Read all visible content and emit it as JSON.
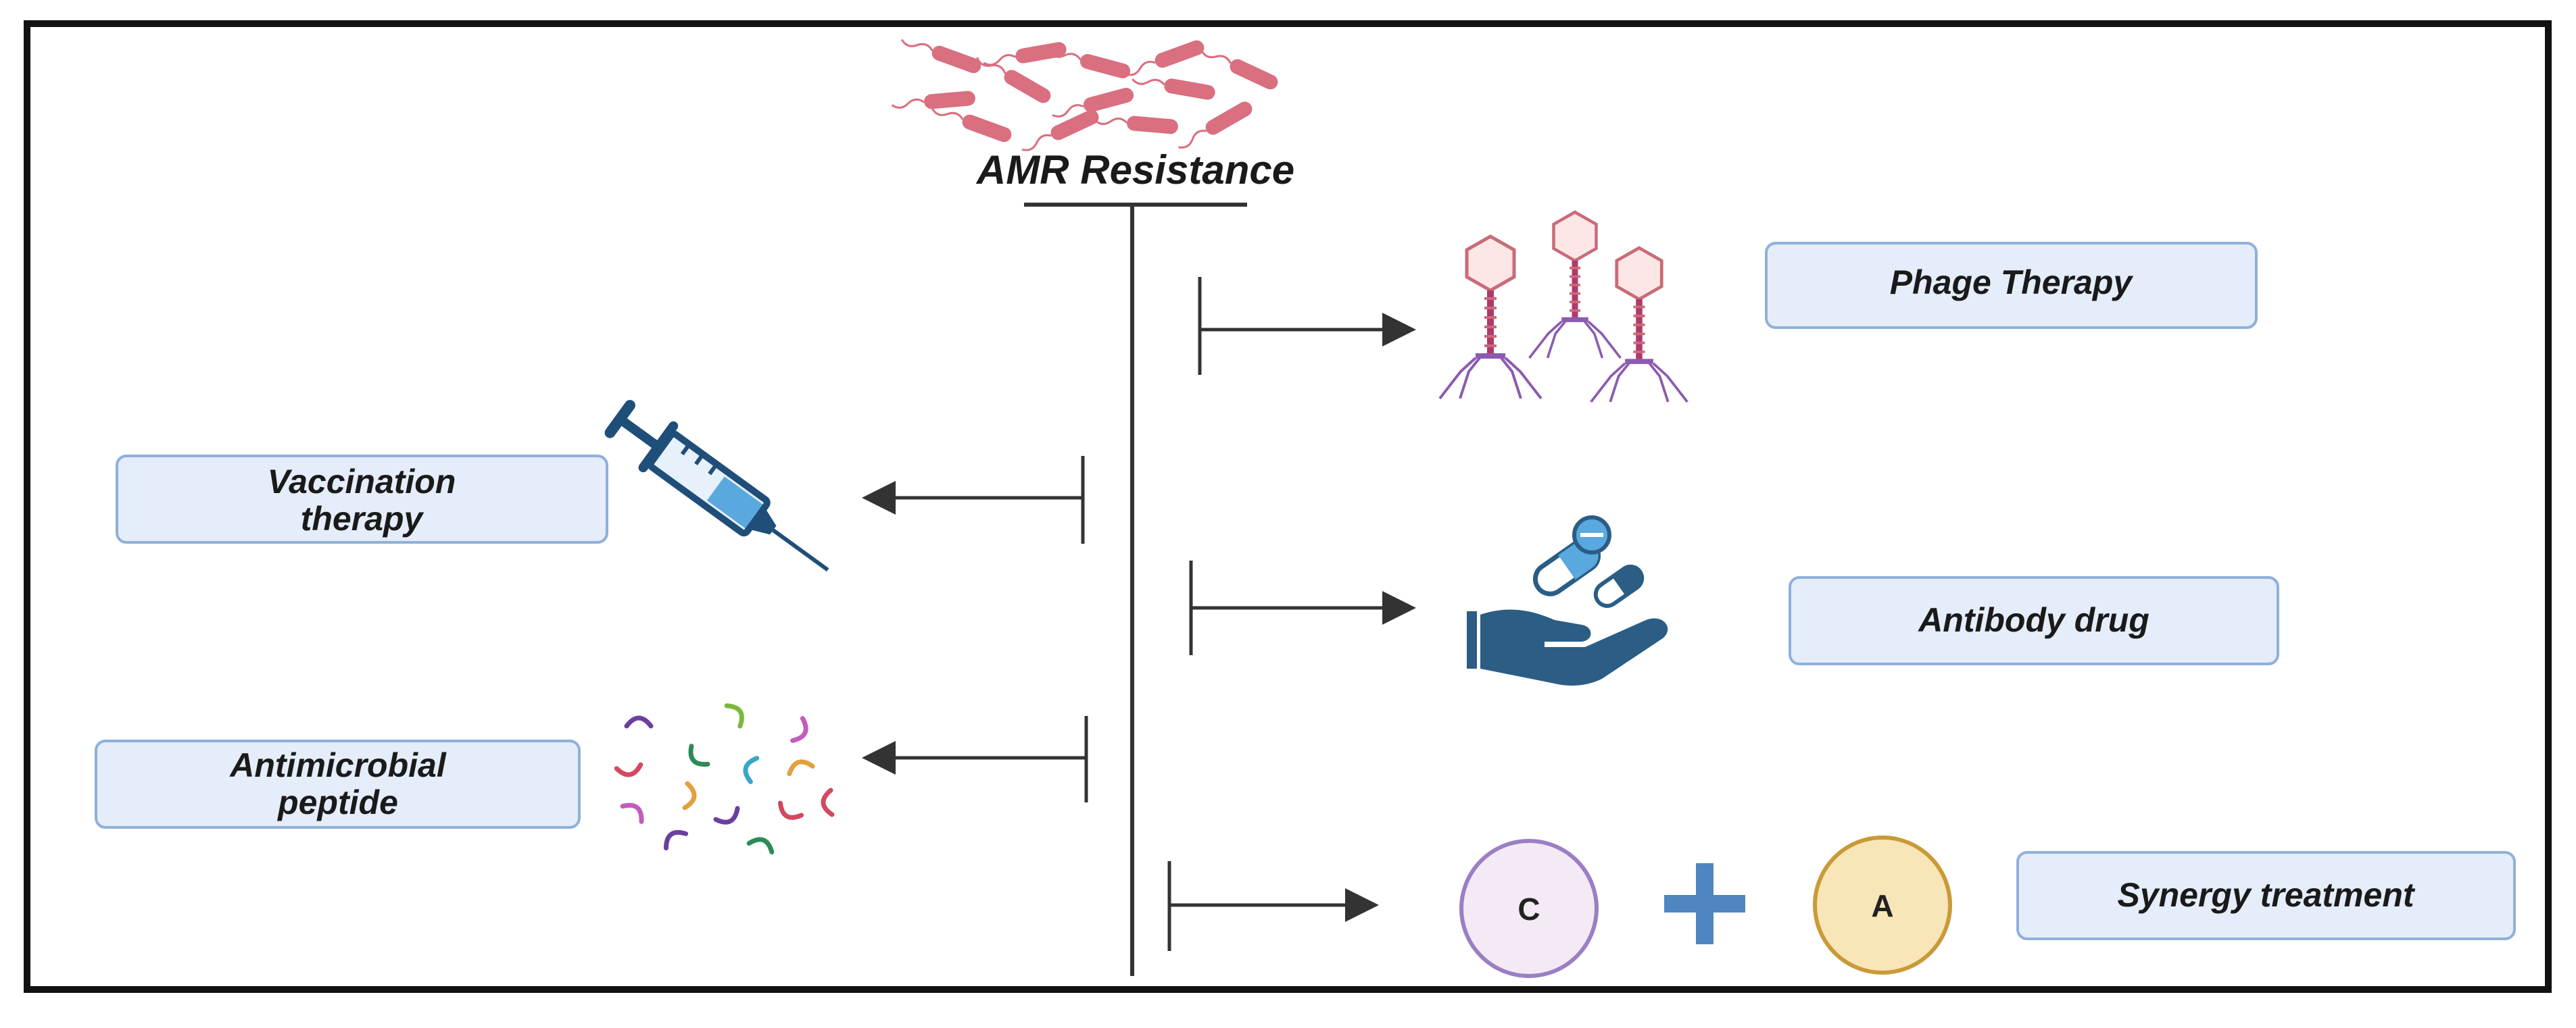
{
  "title": "AMR Resistance",
  "therapies": {
    "phage": {
      "label": "Phage Therapy"
    },
    "vaccination": {
      "line1": "Vaccination",
      "line2": "therapy"
    },
    "antibody": {
      "label": "Antibody drug"
    },
    "peptide": {
      "line1": "Antimicrobial",
      "line2": "peptide"
    },
    "synergy": {
      "label": "Synergy treatment",
      "left_circle": "C",
      "right_circle": "A"
    }
  },
  "colors": {
    "bacteria": "#d96f7f",
    "box_fill": "#e4edf9",
    "box_stroke": "#8fb0db",
    "syringe": "#1f4e79",
    "hand": "#2b5d85",
    "pill_blue": "#5aa9de",
    "circle_c_fill": "#f3eaf5",
    "circle_c_stroke": "#9b7fc4",
    "circle_a_fill": "#f8e6b8",
    "circle_a_stroke": "#c99a38",
    "plus": "#4f86c0"
  },
  "peptide_colors": [
    "#6b3fa0",
    "#d14a5e",
    "#3aa6c8",
    "#7bb83a",
    "#c45bbd",
    "#2e8b57",
    "#e2a03f"
  ]
}
